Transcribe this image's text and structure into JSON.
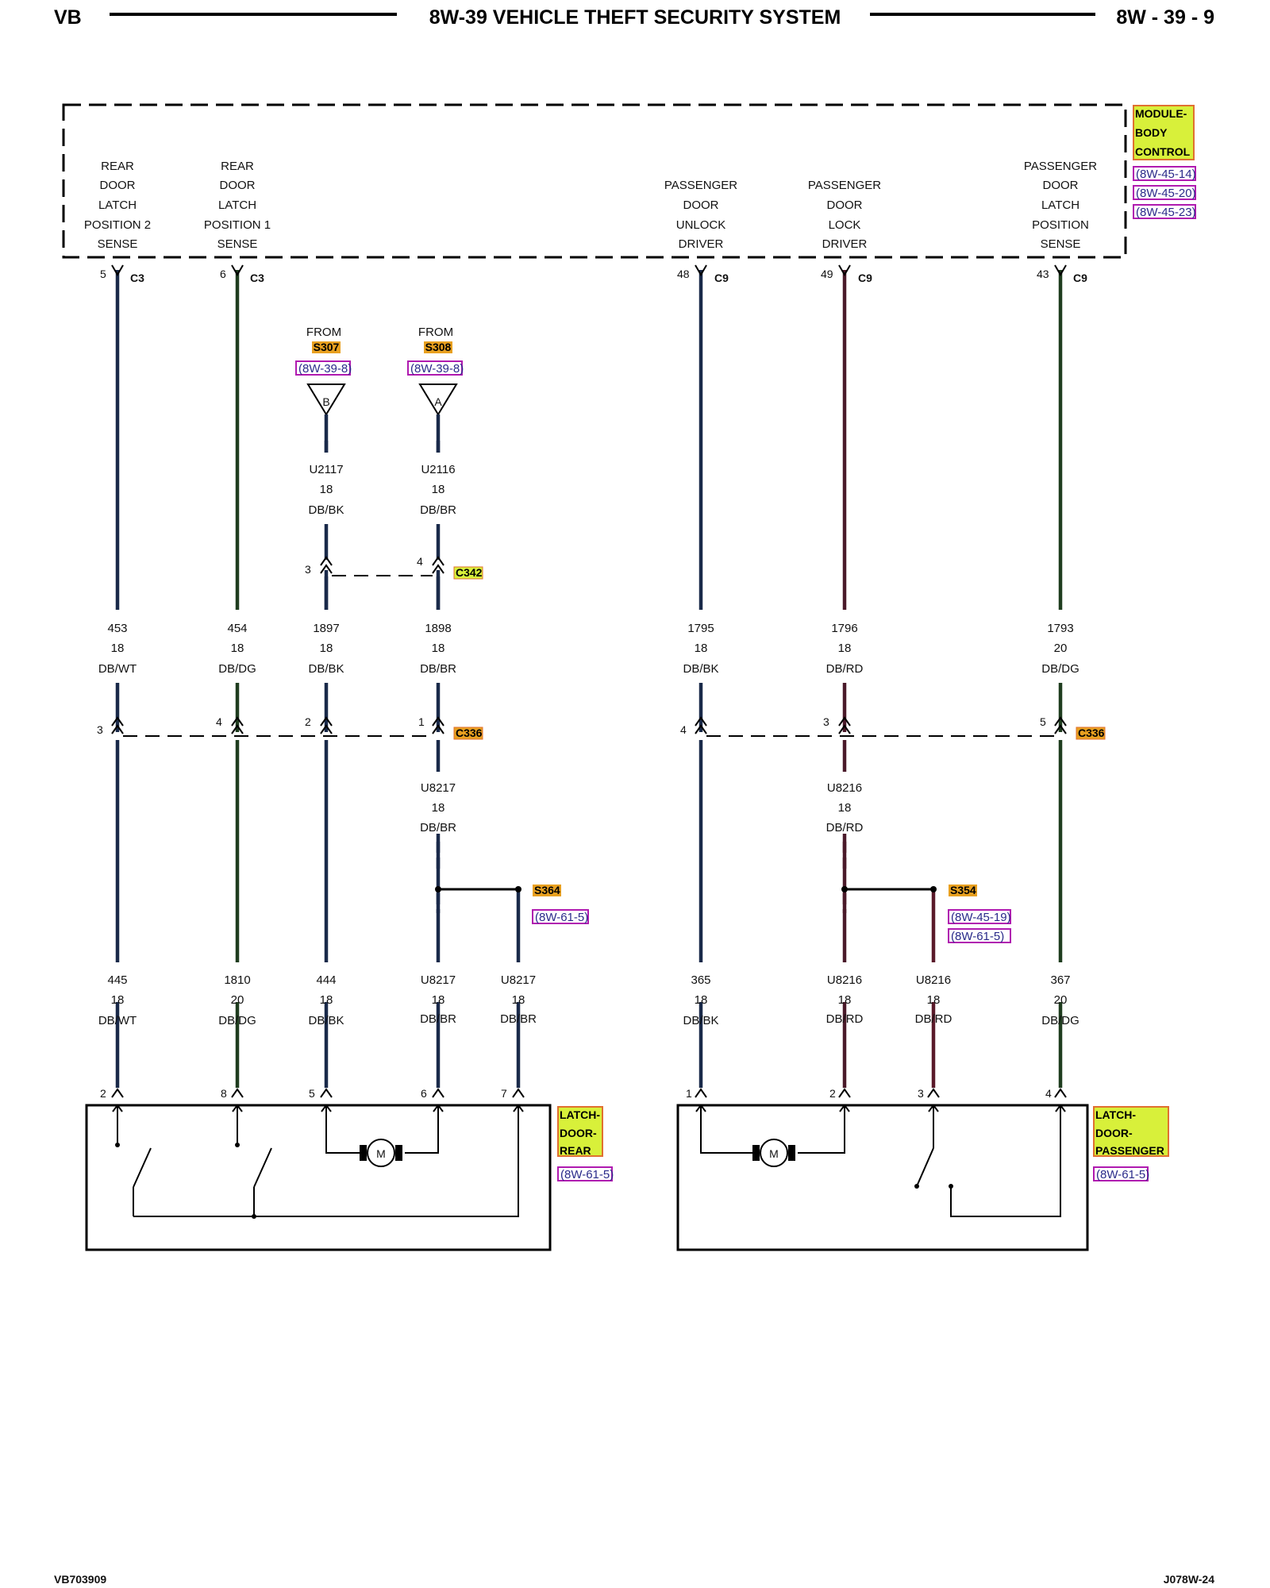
{
  "header": {
    "left": "VB",
    "title": "8W-39 VEHICLE THEFT SECURITY SYSTEM",
    "right": "8W - 39 - 9"
  },
  "footer": {
    "left": "VB703909",
    "right": "J078W-24"
  },
  "module": {
    "name_lines": [
      "MODULE-",
      "BODY",
      "CONTROL"
    ],
    "refs": [
      "(8W-45-14)",
      "(8W-45-20)",
      "(8W-45-23)"
    ],
    "functions": [
      [
        "REAR",
        "DOOR",
        "LATCH",
        "POSITION 2",
        "SENSE"
      ],
      [
        "REAR",
        "DOOR",
        "LATCH",
        "POSITION 1",
        "SENSE"
      ],
      [
        "PASSENGER",
        "DOOR",
        "UNLOCK",
        "DRIVER"
      ],
      [
        "PASSENGER",
        "DOOR",
        "LOCK",
        "DRIVER"
      ],
      [
        "PASSENGER",
        "DOOR",
        "LATCH",
        "POSITION",
        "SENSE"
      ]
    ],
    "pins": [
      "5",
      "6",
      "48",
      "49",
      "43"
    ],
    "connectors": [
      "C3",
      "C3",
      "C9",
      "C9",
      "C9"
    ]
  },
  "splices_from": [
    {
      "from": "FROM",
      "splice": "S307",
      "ref": "(8W-39-8)",
      "letter": "B",
      "circuit": "U2117",
      "gauge": "18",
      "color": "DB/BK"
    },
    {
      "from": "FROM",
      "splice": "S308",
      "ref": "(8W-39-8)",
      "letter": "A",
      "circuit": "U2116",
      "gauge": "18",
      "color": "DB/BR"
    }
  ],
  "c342": {
    "name": "C342",
    "pins": [
      "3",
      "4"
    ]
  },
  "mid_wires": [
    {
      "circuit": "453",
      "gauge": "18",
      "color": "DB/WT"
    },
    {
      "circuit": "454",
      "gauge": "18",
      "color": "DB/DG"
    },
    {
      "circuit": "1897",
      "gauge": "18",
      "color": "DB/BK"
    },
    {
      "circuit": "1898",
      "gauge": "18",
      "color": "DB/BR"
    },
    {
      "circuit": "1795",
      "gauge": "18",
      "color": "DB/BK"
    },
    {
      "circuit": "1796",
      "gauge": "18",
      "color": "DB/RD"
    },
    {
      "circuit": "1793",
      "gauge": "20",
      "color": "DB/DG"
    }
  ],
  "c336": {
    "name_left": "C336",
    "name_right": "C336",
    "pins_left": [
      "3",
      "4",
      "2",
      "1"
    ],
    "pins_right": [
      "4",
      "3",
      "5"
    ]
  },
  "u_wires": [
    {
      "circuit": "U8217",
      "gauge": "18",
      "color": "DB/BR"
    },
    {
      "circuit": "U8216",
      "gauge": "18",
      "color": "DB/RD"
    }
  ],
  "splices_lower": [
    {
      "name": "S364",
      "refs": [
        "(8W-61-5)"
      ]
    },
    {
      "name": "S354",
      "refs": [
        "(8W-45-19)",
        "(8W-61-5)"
      ]
    }
  ],
  "bottom_wires": [
    {
      "circuit": "445",
      "gauge": "18",
      "color": "DB/WT"
    },
    {
      "circuit": "1810",
      "gauge": "20",
      "color": "DB/DG"
    },
    {
      "circuit": "444",
      "gauge": "18",
      "color": "DB/BK"
    },
    {
      "circuit": "U8217",
      "gauge": "18",
      "color": "DB/BR"
    },
    {
      "circuit": "U8217",
      "gauge": "18",
      "color": "DB/BR"
    },
    {
      "circuit": "365",
      "gauge": "18",
      "color": "DB/BK"
    },
    {
      "circuit": "U8216",
      "gauge": "18",
      "color": "DB/RD"
    },
    {
      "circuit": "U8216",
      "gauge": "18",
      "color": "DB/RD"
    },
    {
      "circuit": "367",
      "gauge": "20",
      "color": "DB/DG"
    }
  ],
  "latch_rear": {
    "name_lines": [
      "LATCH-",
      "DOOR-",
      "REAR"
    ],
    "ref": "(8W-61-5)",
    "pins": [
      "2",
      "8",
      "5",
      "6",
      "7"
    ],
    "motor": "M"
  },
  "latch_pass": {
    "name_lines": [
      "LATCH-",
      "DOOR-",
      "PASSENGER"
    ],
    "ref": "(8W-61-5)",
    "pins": [
      "1",
      "2",
      "3",
      "4"
    ],
    "motor": "M"
  },
  "colors": {
    "wire_db": "#1a2a4a",
    "wire_dg": "#1f3d1f",
    "wire_rd": "#5a1a2a",
    "tag_yellow": "#d8f03a",
    "tag_orange": "#e8a020",
    "ref_border": "#b01ab0"
  }
}
